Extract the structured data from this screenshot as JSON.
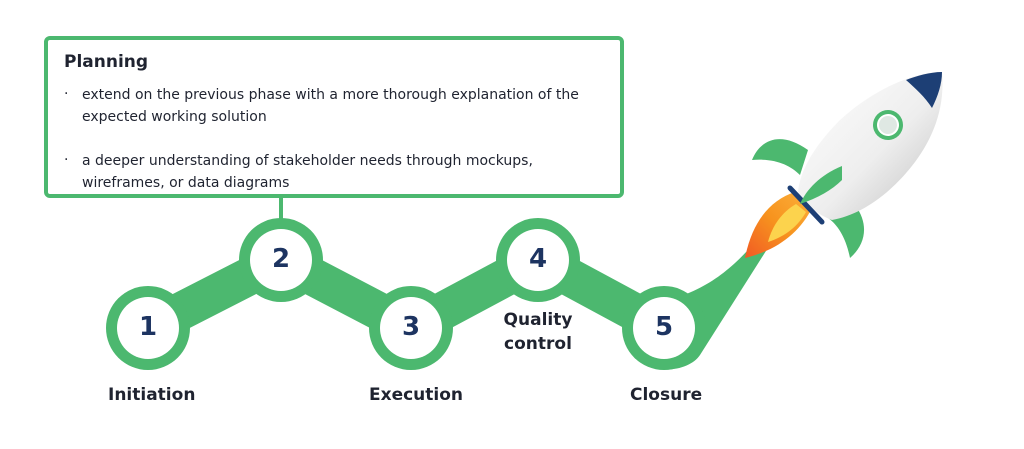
{
  "callout": {
    "title": "Planning",
    "bullets": [
      "extend on the previous phase with a more thorough explanation of the expected working solution",
      "a deeper understanding of stakeholder needs through mockups, wireframes, or data diagrams"
    ]
  },
  "phases": [
    {
      "number": "1",
      "label": "Initiation"
    },
    {
      "number": "2",
      "label": ""
    },
    {
      "number": "3",
      "label": "Execution"
    },
    {
      "number": "4",
      "label": "Quality control"
    },
    {
      "number": "5",
      "label": "Closure"
    }
  ],
  "colors": {
    "accent": "#4cb86f",
    "number": "#1d3461",
    "text": "#1f2330",
    "rocket_nose": "#1d3f75",
    "flame_outer": "#f15a24",
    "flame_inner": "#fbb03b"
  },
  "icons": {
    "rocket": "rocket-icon"
  }
}
